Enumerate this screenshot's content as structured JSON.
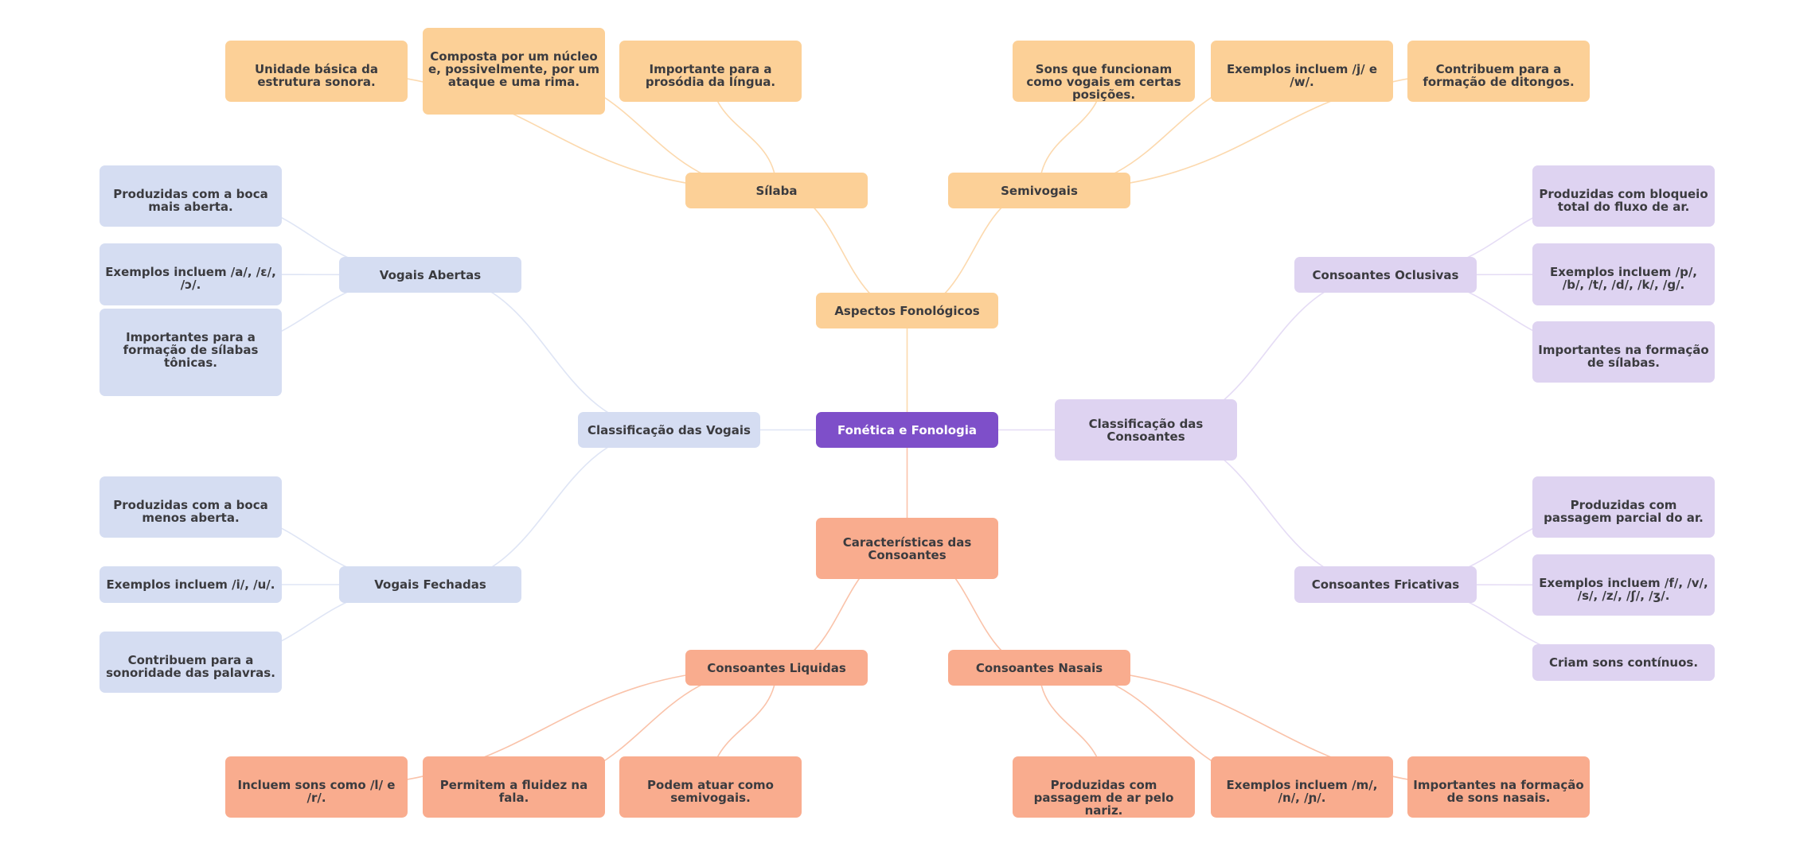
{
  "mindmap": {
    "root": {
      "id": "root",
      "label": "Fonética e Fonologia",
      "color": "#7e4fc9"
    },
    "branch_colors": {
      "aspectos": "#fcd097",
      "vogais": "#d5ddf2",
      "consoantes": "#ded3f1",
      "caracteristicas": "#f9ac8e"
    },
    "edge_colors": {
      "aspectos": "#fcd9ae",
      "vogais": "#dfe5f5",
      "consoantes": "#e5dcf5",
      "caracteristicas": "#fac3aa"
    },
    "nodes": [
      {
        "id": "aspectos",
        "label": "Aspectos Fonológicos",
        "parent": "root",
        "branch": "aspectos"
      },
      {
        "id": "silaba",
        "label": "Sílaba",
        "parent": "aspectos",
        "branch": "aspectos"
      },
      {
        "id": "semivogais",
        "label": "Semivogais",
        "parent": "aspectos",
        "branch": "aspectos"
      },
      {
        "id": "silaba-1",
        "label": "Unidade básica da estrutura sonora.",
        "parent": "silaba",
        "branch": "aspectos"
      },
      {
        "id": "silaba-2",
        "label": "Composta por um núcleo e, possivelmente, por um ataque e uma rima.",
        "parent": "silaba",
        "branch": "aspectos"
      },
      {
        "id": "silaba-3",
        "label": "Importante para a prosódia da língua.",
        "parent": "silaba",
        "branch": "aspectos"
      },
      {
        "id": "semi-1",
        "label": "Sons que funcionam como vogais em certas posições.",
        "parent": "semivogais",
        "branch": "aspectos"
      },
      {
        "id": "semi-2",
        "label": "Exemplos incluem /j/ e /w/.",
        "parent": "semivogais",
        "branch": "aspectos"
      },
      {
        "id": "semi-3",
        "label": "Contribuem para a formação de ditongos.",
        "parent": "semivogais",
        "branch": "aspectos"
      },
      {
        "id": "vogais",
        "label": "Classificação das Vogais",
        "parent": "root",
        "branch": "vogais"
      },
      {
        "id": "abertas",
        "label": "Vogais Abertas",
        "parent": "vogais",
        "branch": "vogais"
      },
      {
        "id": "fechadas",
        "label": "Vogais Fechadas",
        "parent": "vogais",
        "branch": "vogais"
      },
      {
        "id": "abertas-1",
        "label": "Produzidas com a boca mais aberta.",
        "parent": "abertas",
        "branch": "vogais"
      },
      {
        "id": "abertas-2",
        "label": "Exemplos incluem /a/, /ɛ/, /ɔ/.",
        "parent": "abertas",
        "branch": "vogais"
      },
      {
        "id": "abertas-3",
        "label": "Importantes para a formação de sílabas tônicas.",
        "parent": "abertas",
        "branch": "vogais"
      },
      {
        "id": "fechadas-1",
        "label": "Produzidas com a boca menos aberta.",
        "parent": "fechadas",
        "branch": "vogais"
      },
      {
        "id": "fechadas-2",
        "label": "Exemplos incluem /i/, /u/.",
        "parent": "fechadas",
        "branch": "vogais"
      },
      {
        "id": "fechadas-3",
        "label": "Contribuem para a sonoridade das palavras.",
        "parent": "fechadas",
        "branch": "vogais"
      },
      {
        "id": "consoantes",
        "label": "Classificação das Consoantes",
        "parent": "root",
        "branch": "consoantes"
      },
      {
        "id": "oclusivas",
        "label": "Consoantes Oclusivas",
        "parent": "consoantes",
        "branch": "consoantes"
      },
      {
        "id": "fricativas",
        "label": "Consoantes Fricativas",
        "parent": "consoantes",
        "branch": "consoantes"
      },
      {
        "id": "oclusivas-1",
        "label": "Produzidas com bloqueio total do fluxo de ar.",
        "parent": "oclusivas",
        "branch": "consoantes"
      },
      {
        "id": "oclusivas-2",
        "label": "Exemplos incluem /p/, /b/, /t/, /d/, /k/, /g/.",
        "parent": "oclusivas",
        "branch": "consoantes"
      },
      {
        "id": "oclusivas-3",
        "label": "Importantes na formação de sílabas.",
        "parent": "oclusivas",
        "branch": "consoantes"
      },
      {
        "id": "fricativas-1",
        "label": "Produzidas com passagem parcial do ar.",
        "parent": "fricativas",
        "branch": "consoantes"
      },
      {
        "id": "fricativas-2",
        "label": "Exemplos incluem /f/, /v/, /s/, /z/, /ʃ/, /ʒ/.",
        "parent": "fricativas",
        "branch": "consoantes"
      },
      {
        "id": "fricativas-3",
        "label": "Criam sons contínuos.",
        "parent": "fricativas",
        "branch": "consoantes"
      },
      {
        "id": "caracteristicas",
        "label": "Características das Consoantes",
        "parent": "root",
        "branch": "caracteristicas"
      },
      {
        "id": "liquidas",
        "label": "Consoantes Liquidas",
        "parent": "caracteristicas",
        "branch": "caracteristicas"
      },
      {
        "id": "nasais",
        "label": "Consoantes Nasais",
        "parent": "caracteristicas",
        "branch": "caracteristicas"
      },
      {
        "id": "liquidas-1",
        "label": "Incluem sons como /l/ e /r/.",
        "parent": "liquidas",
        "branch": "caracteristicas"
      },
      {
        "id": "liquidas-2",
        "label": "Permitem a fluidez na fala.",
        "parent": "liquidas",
        "branch": "caracteristicas"
      },
      {
        "id": "liquidas-3",
        "label": "Podem atuar como semivogais.",
        "parent": "liquidas",
        "branch": "caracteristicas"
      },
      {
        "id": "nasais-1",
        "label": "Produzidas com passagem de ar pelo nariz.",
        "parent": "nasais",
        "branch": "caracteristicas"
      },
      {
        "id": "nasais-2",
        "label": "Exemplos incluem /m/, /n/, /ɲ/.",
        "parent": "nasais",
        "branch": "caracteristicas"
      },
      {
        "id": "nasais-3",
        "label": "Importantes na formação de sons nasais.",
        "parent": "nasais",
        "branch": "caracteristicas"
      }
    ]
  }
}
